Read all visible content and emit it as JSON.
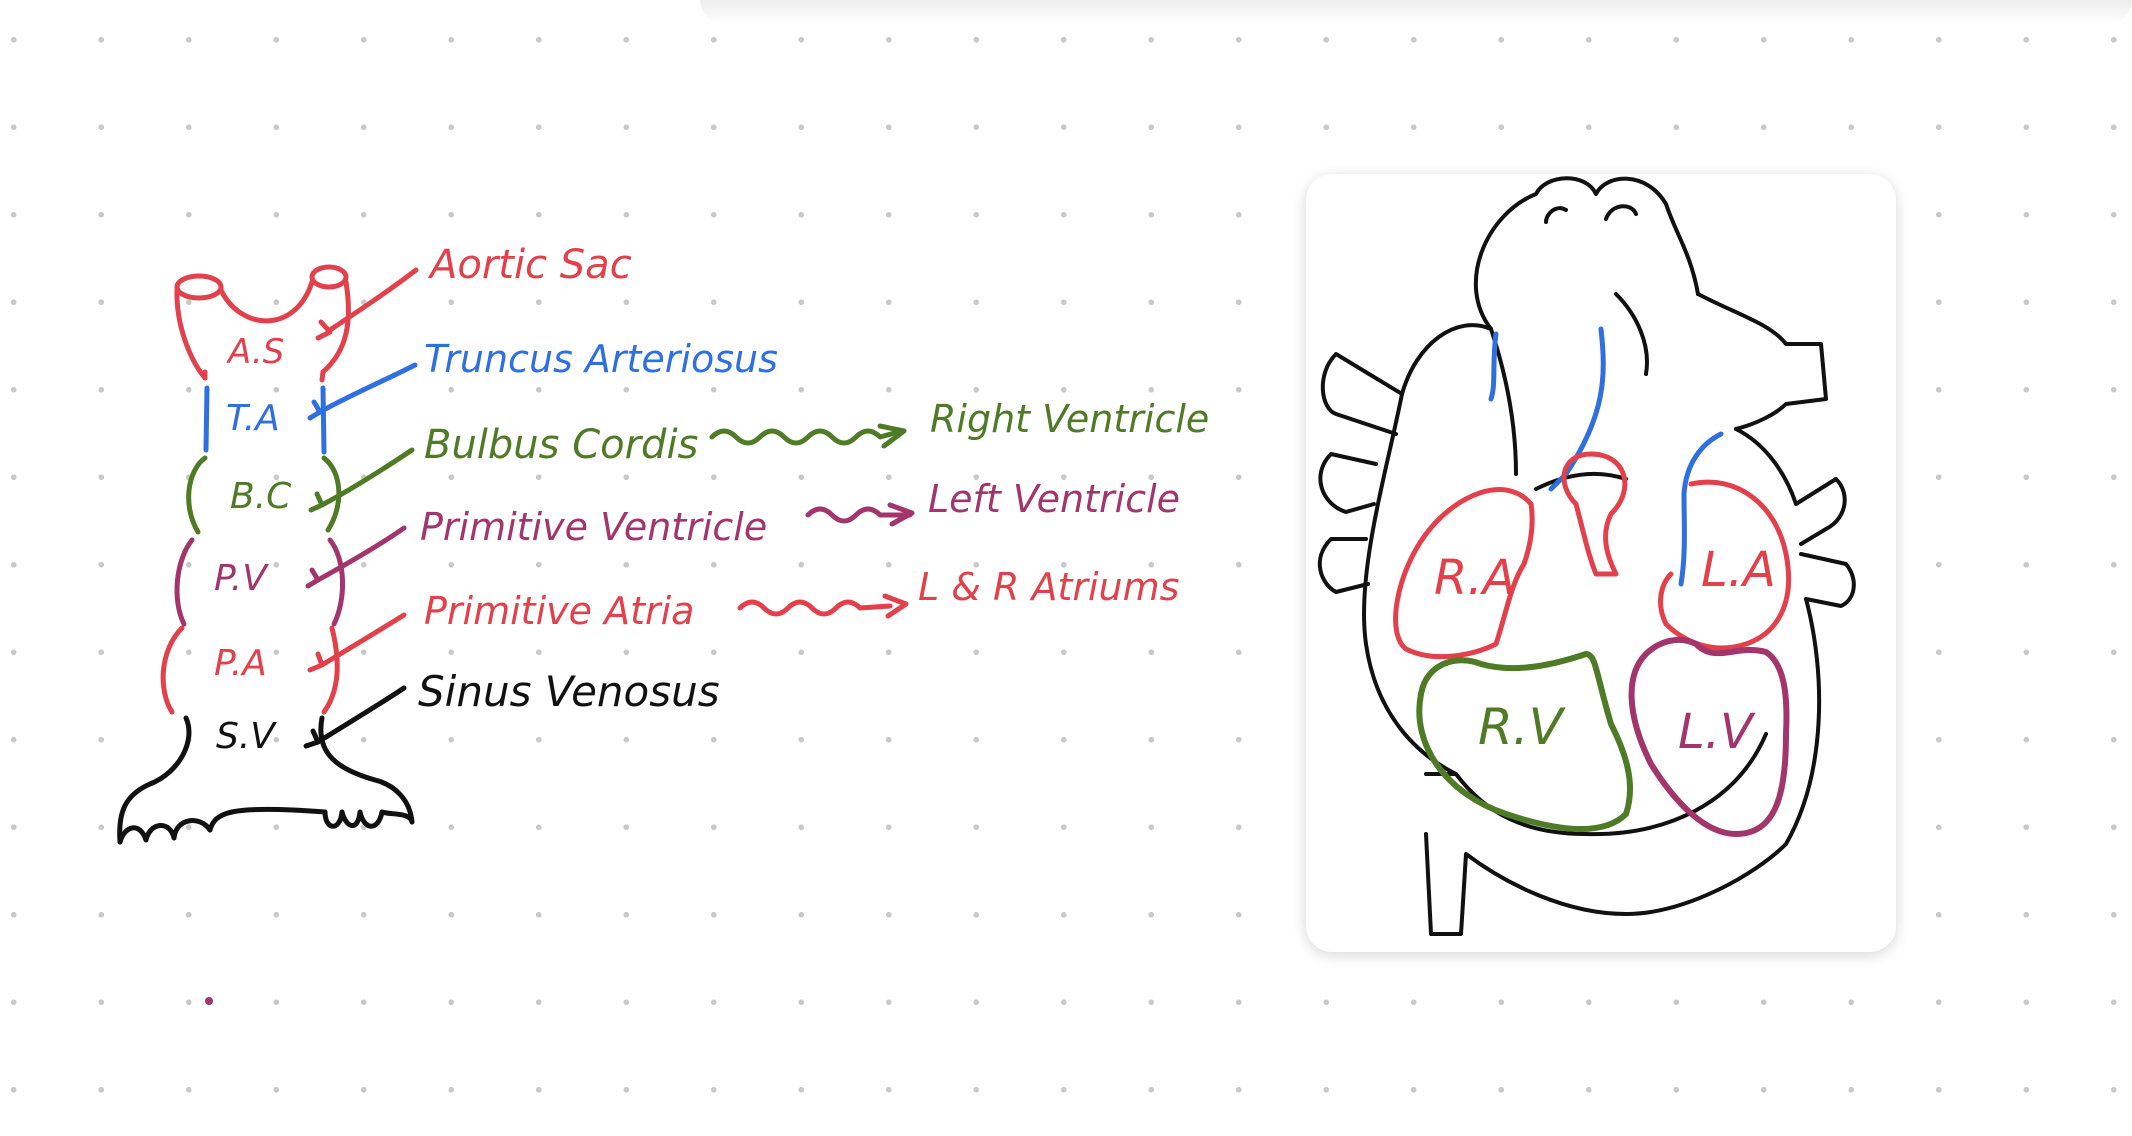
{
  "colors": {
    "red": "#e2414b",
    "blue": "#2f6fe0",
    "green": "#4f7a26",
    "purple": "#a2356c",
    "black": "#111111"
  },
  "embryonic_tube": {
    "segments": [
      "A.S",
      "T.A",
      "B.C",
      "P.V",
      "P.A",
      "S.V"
    ],
    "labels": {
      "aortic_sac": "Aortic Sac",
      "truncus_arteriosus": "Truncus Arteriosus",
      "bulbus_cordis": "Bulbus Cordis",
      "primitive_ventricle": "Primitive Ventricle",
      "primitive_atria": "Primitive Atria",
      "sinus_venosus": "Sinus Venosus"
    },
    "fates": {
      "bulbus_cordis": "Right Ventricle",
      "primitive_ventricle": "Left Ventricle",
      "primitive_atria": "L & R Atriums"
    }
  },
  "adult_heart": {
    "chambers": [
      "R.A",
      "L.A",
      "R.V",
      "L.V"
    ]
  }
}
